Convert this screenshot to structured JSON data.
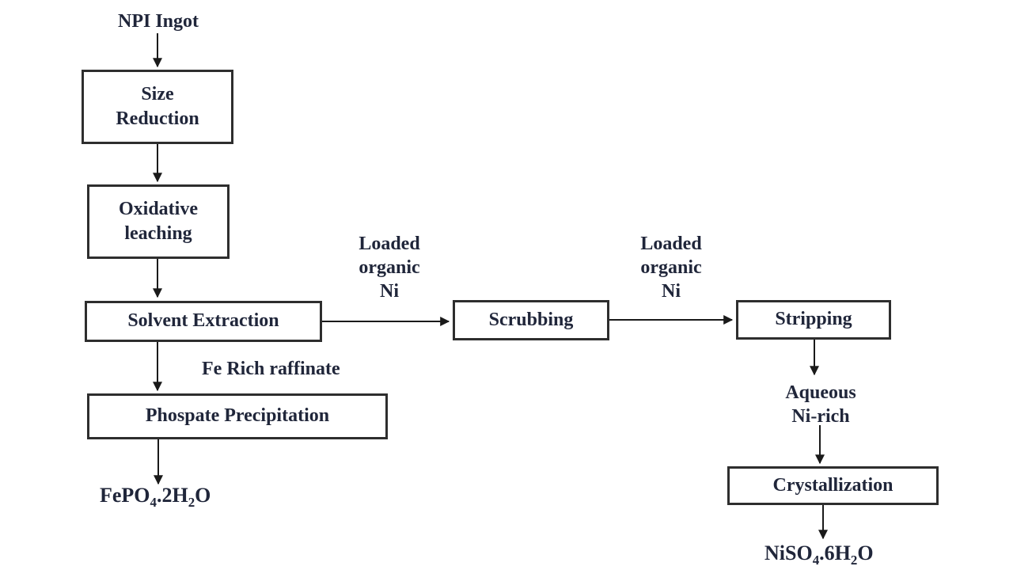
{
  "diagram": {
    "input_label": "NPI Ingot",
    "nodes": {
      "size_reduction": "Size\nReduction",
      "oxidative_leaching": "Oxidative\nleaching",
      "solvent_extraction": "Solvent Extraction",
      "scrubbing": "Scrubbing",
      "stripping": "Stripping",
      "phospate_precipitation": "Phospate Precipitation",
      "crystallization": "Crystallization"
    },
    "edge_labels": {
      "loaded_organic_ni_1": "Loaded\norganic\nNi",
      "loaded_organic_ni_2": "Loaded\norganic\nNi",
      "fe_rich_raffinate": "Fe Rich raffinate",
      "aqueous_ni_rich": "Aqueous\nNi-rich"
    },
    "outputs": {
      "fepo4": {
        "p1": "FePO",
        "s1": "4",
        "p2": ".2H",
        "s2": "2",
        "p3": "O"
      },
      "niso4": {
        "p1": "NiSO",
        "s1": "4",
        "p2": ".6H",
        "s2": "2",
        "p3": "O"
      }
    },
    "colors": {
      "text": "#20263a",
      "box_border": "#2e2e2e",
      "arrow": "#1a1a1a",
      "background": "#ffffff"
    }
  }
}
